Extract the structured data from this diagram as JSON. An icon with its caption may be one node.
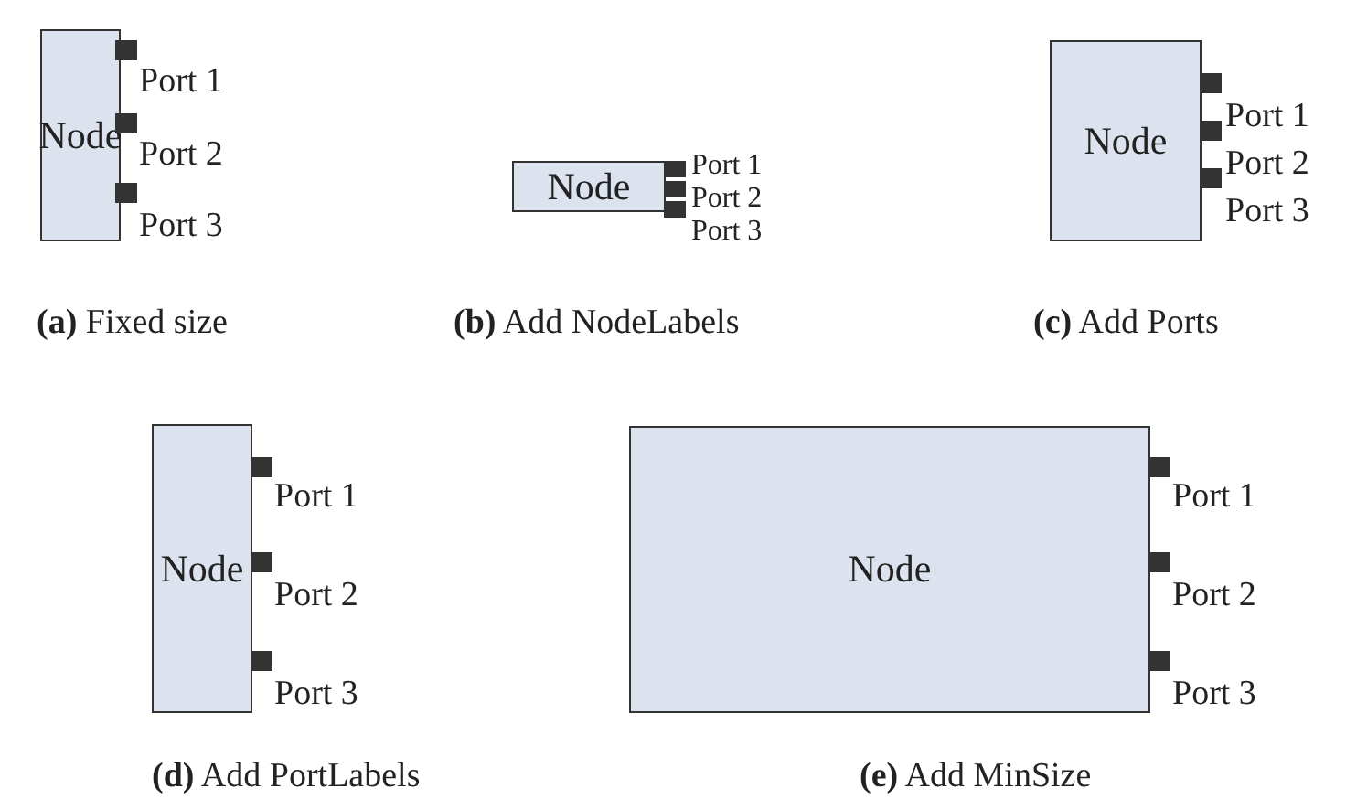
{
  "diagram": {
    "nodes": [
      {
        "text": [
          "Node"
        ]
      },
      {
        "text": [],
        "shape": "box",
        "beside": [
          "Port 1"
        ]
      },
      {
        "text": [],
        "shape": "box",
        "beside": [
          "Port 2"
        ]
      },
      {
        "text": [],
        "shape": "box",
        "beside": [
          "Port 3"
        ]
      },
      {
        "text": [
          "Node"
        ]
      },
      {
        "text": [],
        "shape": "box",
        "beside": [
          "Port 1"
        ]
      },
      {
        "text": [],
        "shape": "box",
        "beside": [
          "Port 2"
        ]
      },
      {
        "text": [],
        "shape": "box",
        "beside": [
          "Port 3"
        ]
      },
      {
        "text": [
          "Node"
        ]
      },
      {
        "text": [],
        "shape": "box",
        "beside": [
          "Port 1"
        ]
      },
      {
        "text": [],
        "shape": "box",
        "beside": [
          "Port 2"
        ]
      },
      {
        "text": [],
        "shape": "box",
        "beside": [
          "Port 3"
        ]
      },
      {
        "text": [
          "Node"
        ]
      },
      {
        "text": [],
        "shape": "box",
        "beside": [
          "Port 1"
        ]
      },
      {
        "text": [],
        "shape": "box",
        "beside": [
          "Port 2"
        ]
      },
      {
        "text": [],
        "shape": "box",
        "beside": [
          "Port 3"
        ]
      },
      {
        "text": [
          "Node"
        ]
      },
      {
        "text": [],
        "shape": "box",
        "beside": [
          "Port 1"
        ]
      },
      {
        "text": [],
        "shape": "box",
        "beside": [
          "Port 2"
        ]
      },
      {
        "text": [],
        "shape": "box",
        "beside": [
          "Port 3"
        ]
      }
    ],
    "labels": [
      "**(a)** Fixed size",
      "**(b)** Add NodeLabels",
      "**(c)** Add Ports",
      "**(d)** Add PortLabels",
      "**(e)** Add MinSize"
    ]
  }
}
